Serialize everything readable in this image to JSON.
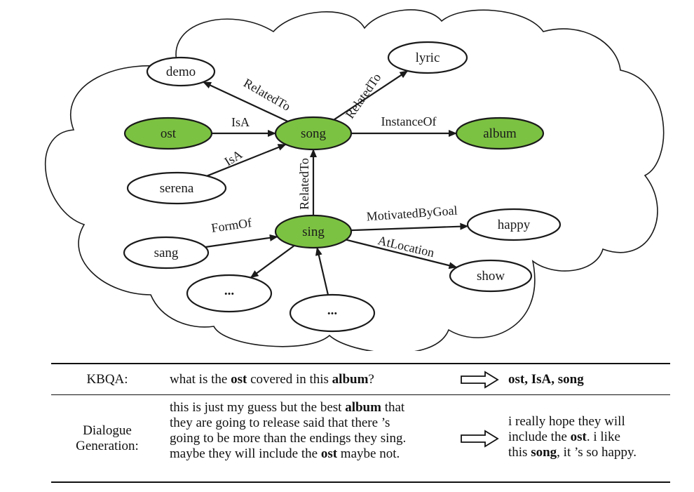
{
  "graph": {
    "nodes": [
      {
        "id": "demo",
        "label": "demo",
        "highlighted": false
      },
      {
        "id": "lyric",
        "label": "lyric",
        "highlighted": false
      },
      {
        "id": "ost",
        "label": "ost",
        "highlighted": true
      },
      {
        "id": "song",
        "label": "song",
        "highlighted": true
      },
      {
        "id": "album",
        "label": "album",
        "highlighted": true
      },
      {
        "id": "serena",
        "label": "serena",
        "highlighted": false
      },
      {
        "id": "sing",
        "label": "sing",
        "highlighted": true
      },
      {
        "id": "happy",
        "label": "happy",
        "highlighted": false
      },
      {
        "id": "sang",
        "label": "sang",
        "highlighted": false
      },
      {
        "id": "show",
        "label": "show",
        "highlighted": false
      },
      {
        "id": "dots1",
        "label": "...",
        "highlighted": false
      },
      {
        "id": "dots2",
        "label": "...",
        "highlighted": false
      }
    ],
    "edges": [
      {
        "from": "song",
        "to": "demo",
        "label": "RelatedTo"
      },
      {
        "from": "song",
        "to": "lyric",
        "label": "RelatedTo"
      },
      {
        "from": "ost",
        "to": "song",
        "label": "IsA"
      },
      {
        "from": "song",
        "to": "album",
        "label": "InstanceOf"
      },
      {
        "from": "serena",
        "to": "song",
        "label": "IsA"
      },
      {
        "from": "sing",
        "to": "song",
        "label": "RelatedTo"
      },
      {
        "from": "sang",
        "to": "sing",
        "label": "FormOf"
      },
      {
        "from": "sing",
        "to": "happy",
        "label": "MotivatedByGoal"
      },
      {
        "from": "sing",
        "to": "show",
        "label": "AtLocation"
      },
      {
        "from": "sing",
        "to": "dots1",
        "label": ""
      },
      {
        "from": "dots2",
        "to": "sing",
        "label": ""
      }
    ],
    "colors": {
      "highlight": "#7cc242",
      "stroke": "#1a1a1a",
      "cloud": "#ffffff"
    }
  },
  "table": {
    "rows": [
      {
        "label": "KBQA:",
        "input": [
          [
            {
              "t": "what is the "
            },
            {
              "t": "ost",
              "b": true
            },
            {
              "t": " covered in this "
            },
            {
              "t": "album",
              "b": true
            },
            {
              "t": "?"
            }
          ]
        ],
        "output": [
          [
            {
              "t": "ost, IsA, song",
              "b": true
            }
          ]
        ]
      },
      {
        "label_lines": [
          "Dialogue",
          "Generation:"
        ],
        "input": [
          [
            {
              "t": "this is just my guess but the best "
            },
            {
              "t": "album",
              "b": true
            },
            {
              "t": " that"
            }
          ],
          [
            {
              "t": "they are going to release said that there ’s"
            }
          ],
          [
            {
              "t": "going to be more than the endings they sing."
            }
          ],
          [
            {
              "t": "maybe they will include the "
            },
            {
              "t": "ost",
              "b": true
            },
            {
              "t": " maybe not."
            }
          ]
        ],
        "output": [
          [
            {
              "t": "i really hope they will"
            }
          ],
          [
            {
              "t": "include the "
            },
            {
              "t": "ost",
              "b": true
            },
            {
              "t": ". i like"
            }
          ],
          [
            {
              "t": "this "
            },
            {
              "t": "song",
              "b": true
            },
            {
              "t": ", it ’s so happy."
            }
          ]
        ]
      }
    ],
    "arrow_icon": "hollow-right-arrow-icon"
  }
}
